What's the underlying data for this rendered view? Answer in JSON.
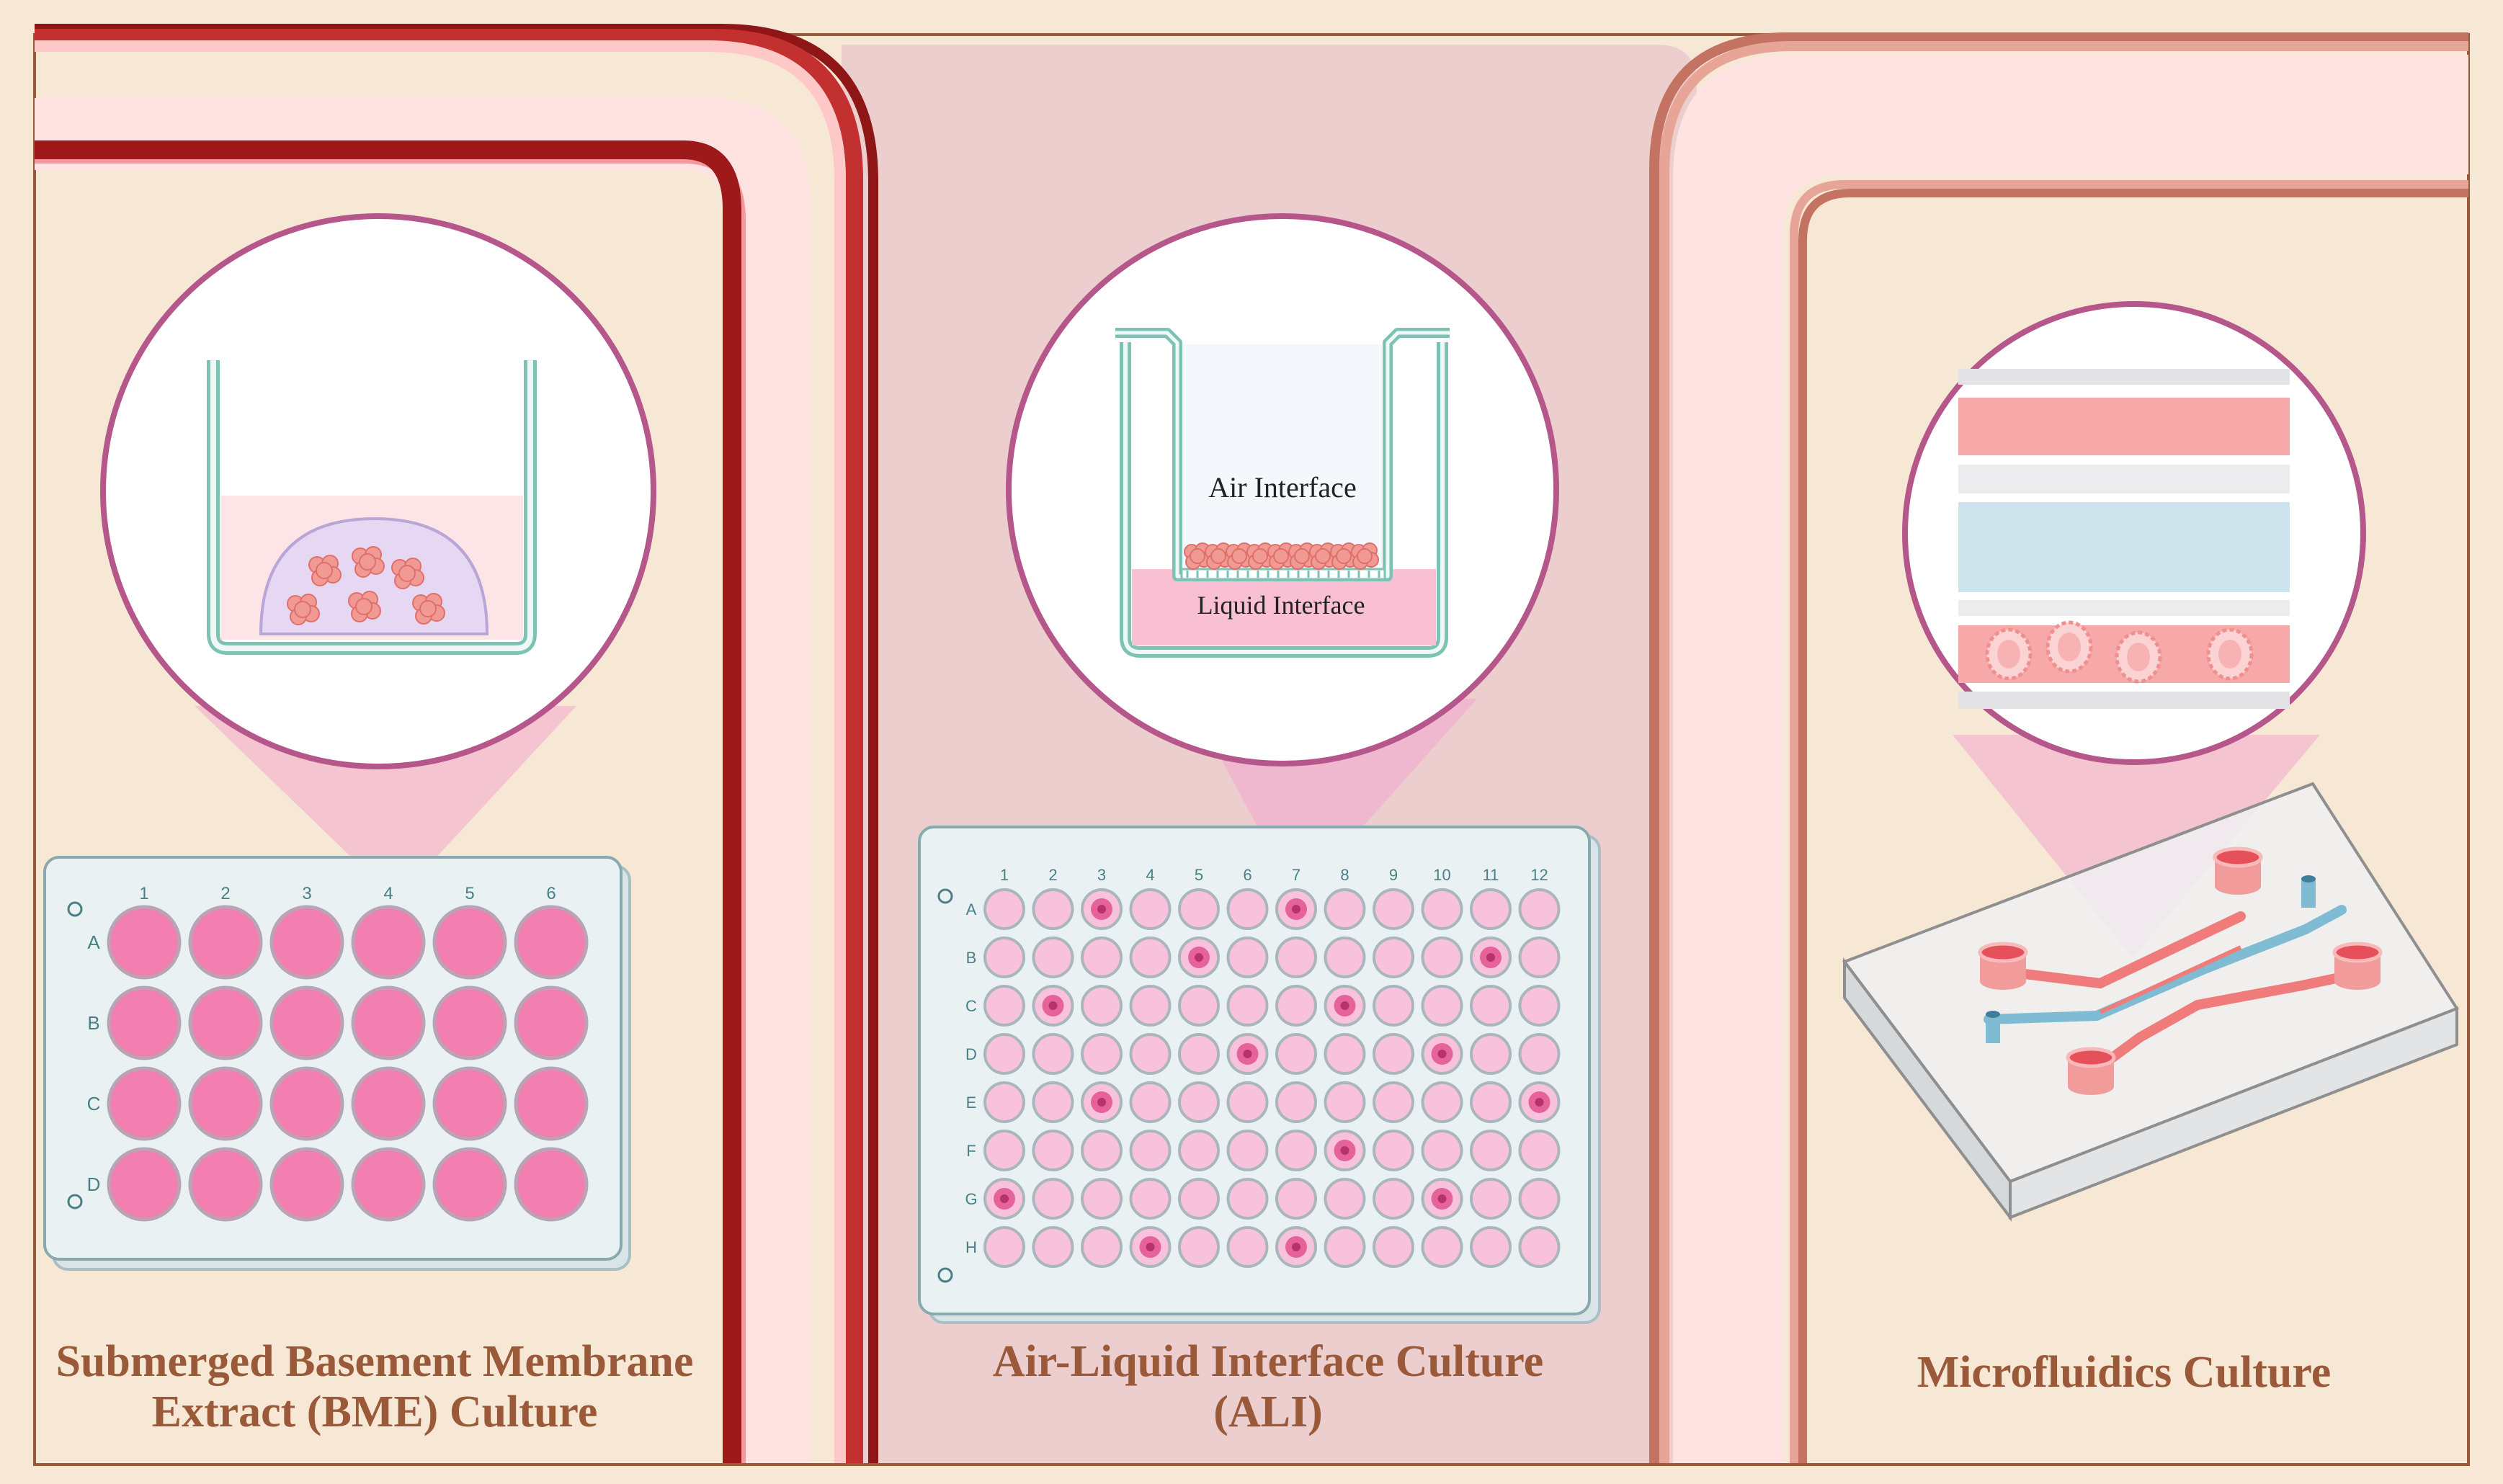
{
  "panels": {
    "bme": {
      "title_line1": "Submerged Basement Membrane",
      "title_line2": "Extract (BME) Culture",
      "plate": {
        "columns": [
          "1",
          "2",
          "3",
          "4",
          "5",
          "6"
        ],
        "rows": [
          "A",
          "B",
          "C",
          "D"
        ]
      }
    },
    "ali": {
      "title_line1": "Air-Liquid Interface Culture",
      "title_line2": "(ALI)",
      "air_label": "Air Interface",
      "liquid_label": "Liquid Interface",
      "plate": {
        "columns": [
          "1",
          "2",
          "3",
          "4",
          "5",
          "6",
          "7",
          "8",
          "9",
          "10",
          "11",
          "12"
        ],
        "rows": [
          "A",
          "B",
          "C",
          "D",
          "E",
          "F",
          "G",
          "H"
        ],
        "marked_wells": [
          "A3",
          "A7",
          "B5",
          "B11",
          "C2",
          "C8",
          "D6",
          "D10",
          "E3",
          "E12",
          "F8",
          "G1",
          "G10",
          "H4",
          "H7"
        ]
      }
    },
    "microfluidics": {
      "title": "Microfluidics Culture"
    }
  },
  "colors": {
    "background": "#f7e8d6",
    "tube_wall": "#ffe0e0",
    "bme_border": "#9e1a1a",
    "ali_panel": "#eccece",
    "micro_border": "#c47262",
    "title_text": "#9a5a3a",
    "well_pink": "#f27fb0",
    "well_light": "#f9c2dc",
    "well_marked": "#e2528e",
    "plate_fill": "#e9f1f3",
    "plate_label": "#4a7f86",
    "lens_border": "#b5578a",
    "gel_dome": "#e6d7f2",
    "organoid": "#f19a94",
    "channel_blue": "#7fbcd4",
    "channel_red": "#ef7b7b"
  }
}
